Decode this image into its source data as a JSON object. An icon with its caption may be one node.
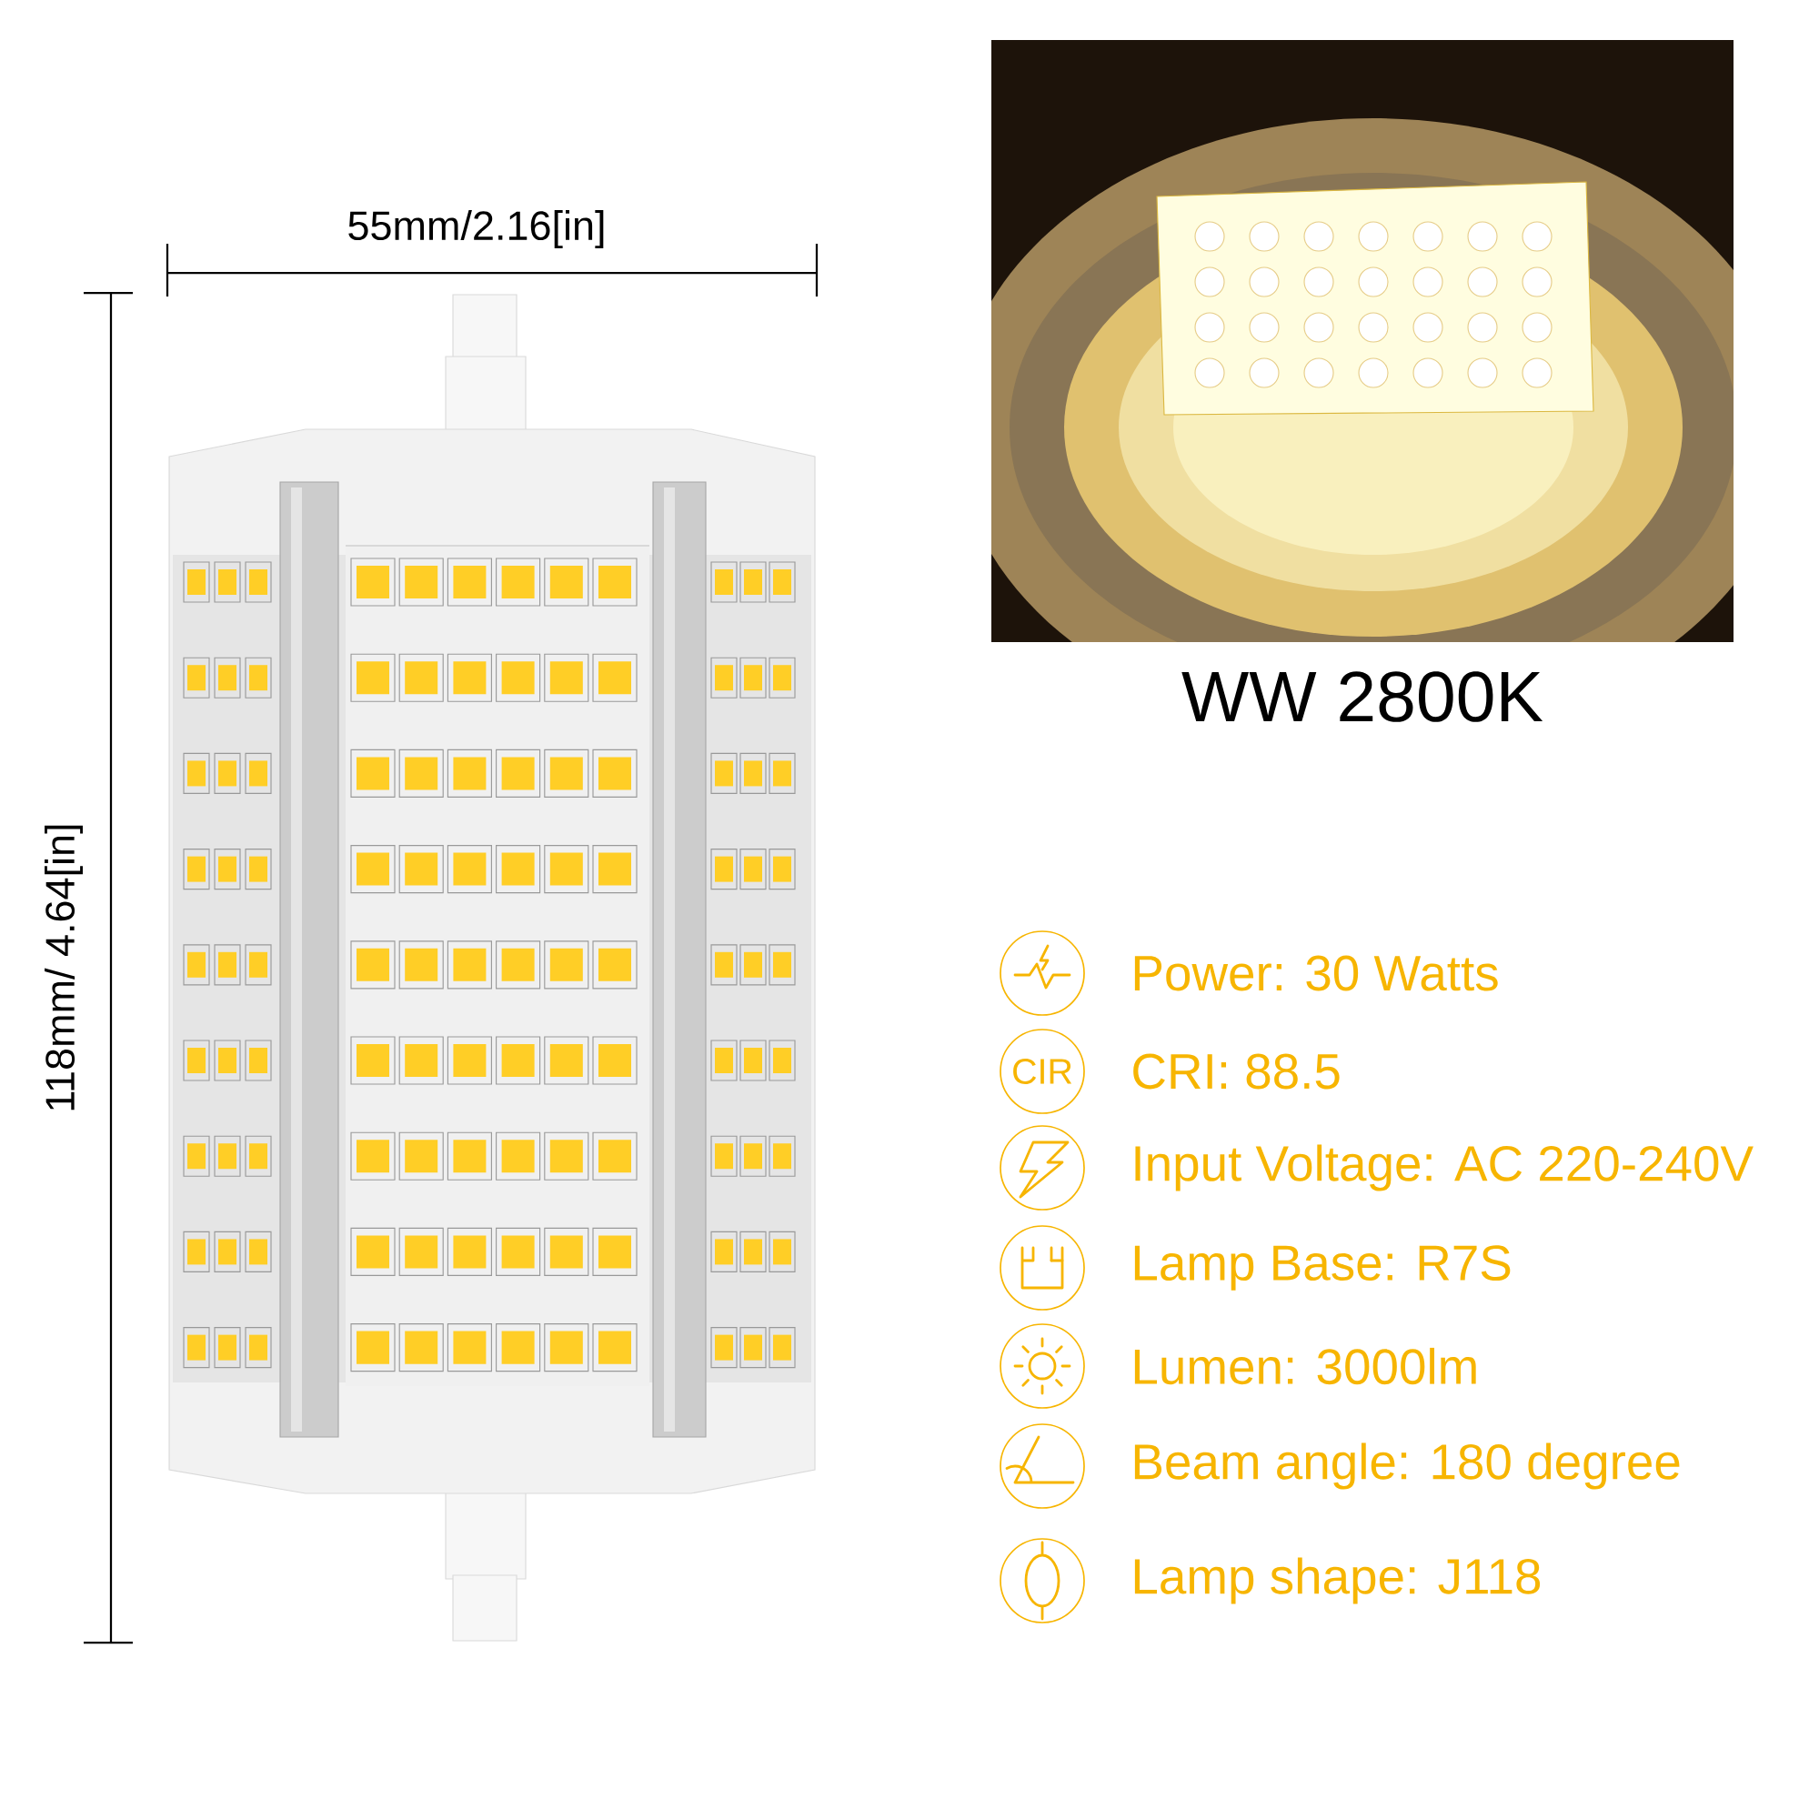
{
  "diagram": {
    "labels": [
      "55mm/2.16[in]",
      "WW 2800K",
      "118mm/ 4.64[in]",
      "Power: 30 Watts",
      "CIR",
      "CRI: 88.5",
      "Input Voltage: AC 220-240V",
      "Lamp Base: R7S",
      "Lumen: 3000lm",
      "Beam angle: 180 degree",
      "Lamp shape: J118"
    ]
  }
}
